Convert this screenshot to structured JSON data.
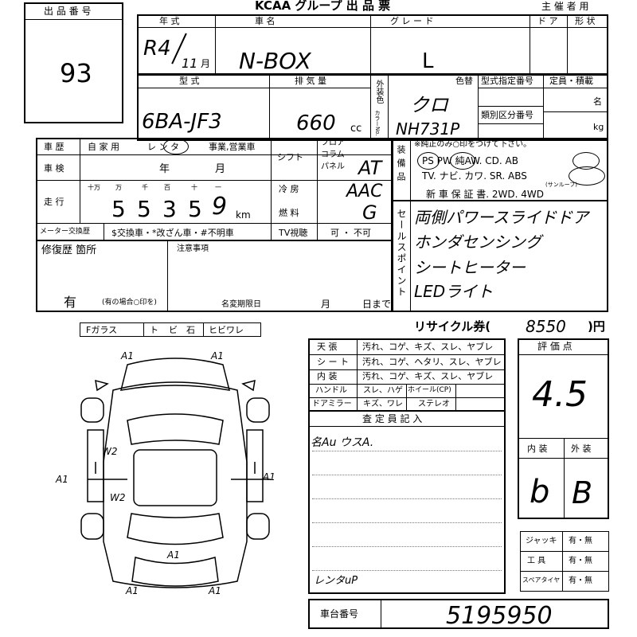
{
  "header": {
    "lot_label": "出 品 番 号",
    "lot_number": "93",
    "title": "KCAA グループ 出 品 票",
    "organizer": "主 催 者 用"
  },
  "top": {
    "labels": {
      "year": "年 式",
      "car": "車 名",
      "grade": "グ レ ー ド",
      "door": "ド ア",
      "shape": "形 状"
    },
    "year_value": "R4",
    "month_value": "11",
    "month_unit": "月",
    "car_name": "N-BOX",
    "grade": "L"
  },
  "model": {
    "labels": {
      "model": "型 式",
      "displacement": "排 気 量",
      "ext_color": "外装色",
      "color_no": "カラーNo.",
      "color_change": "色替",
      "type_no": "型式指定番号",
      "class_no": "類別区分番号",
      "capacity": "定員・積載"
    },
    "model_value": "6BA-JF3",
    "displacement_value": "660",
    "cc_unit": "cc",
    "color_value": "クロ",
    "color_code": "NH731P",
    "person_unit": "名",
    "kg_unit": "kg"
  },
  "history": {
    "history_label": "車 歴",
    "history_options": [
      "自 家 用",
      "レ ン タ",
      "事業,営業車"
    ],
    "inspection_label": "車 検",
    "inspection_units": [
      "年",
      "月"
    ],
    "mileage_label": "走 行",
    "mileage_digit_labels": [
      "十万",
      "万",
      "千",
      "百",
      "十",
      "一"
    ],
    "mileage_digits": [
      "5",
      "5",
      "3",
      "5",
      "9"
    ],
    "mileage_unit": "km",
    "meter_label": "メーター交換歴",
    "meter_options": "$交換車・*改ざん車・#不明車",
    "shift_label": "シフト",
    "shift_options": [
      "フロア",
      "コラム",
      "パネル"
    ],
    "shift_value": "AT",
    "ac_label": "冷 房",
    "ac_value": "AAC",
    "fuel_label": "燃 料",
    "fuel_value": "G",
    "tv_label": "TV視聴",
    "tv_options": "可 ・ 不可"
  },
  "equipment": {
    "label": "装備品",
    "note": "※純正のみ○印をつけて下さい。",
    "row1": "PS  PW  純AW.  CD.  AB",
    "row2": "TV.  ナビ.  カワ.  SR.  ABS",
    "sunroof_note": "(サンルーフ)",
    "row3": "新 車 保 証 書.  2WD.  4WD"
  },
  "sales_points": {
    "label": "セールスポイント",
    "lines": [
      "両側パワースライドドア",
      "ホンダセンシング",
      "シートヒーター",
      "LEDライト"
    ]
  },
  "repair": {
    "label": "修復歴 箇所",
    "value": "有",
    "note": "(有の場合○印を)",
    "caution_label": "注意事項",
    "deadline_label": "名変期限日",
    "deadline_units": [
      "月",
      "日まで"
    ]
  },
  "glass": {
    "items": [
      "Fガラス",
      "ト",
      "ビ",
      "石",
      "ヒビワレ"
    ]
  },
  "diagram_marks": [
    "A1",
    "A1",
    "W2",
    "W2",
    "A1",
    "A1",
    "A1",
    "A1",
    "A1"
  ],
  "recycle": {
    "label": "リサイクル券(",
    "value": "8550",
    "unit": ")円"
  },
  "condition": {
    "rows": [
      {
        "label": "天 張",
        "text": "汚れ、コゲ、キズ、スレ、ヤブレ"
      },
      {
        "label": "シ ー ト",
        "text": "汚れ、コゲ、ヘタリ、スレ、ヤブレ"
      },
      {
        "label": "内 装",
        "text": "汚れ、コゲ、キズ、スレ、ヤブレ"
      }
    ],
    "handle_label": "ハンドル",
    "handle_text": "スレ、ハゲ",
    "wheel_label": "ホイール(CP)",
    "mirror_label": "ドアミラー",
    "mirror_text": "キズ、ワレ",
    "stereo_label": "ステレオ"
  },
  "inspector": {
    "label": "査 定 員 記 入",
    "line1": "名Au ウスA.",
    "line2": "レンタuP"
  },
  "evaluation": {
    "label": "評 価 点",
    "score": "4.5",
    "interior_label": "内 装",
    "exterior_label": "外 装",
    "interior_grade": "b",
    "exterior_grade": "B"
  },
  "tools": [
    {
      "label": "ジャッキ",
      "value": "有・無"
    },
    {
      "label": "工 具",
      "value": "有・無"
    },
    {
      "label": "スペアタイヤ",
      "value": "有・無"
    }
  ],
  "chassis": {
    "label": "車台番号",
    "value": "5195950"
  }
}
